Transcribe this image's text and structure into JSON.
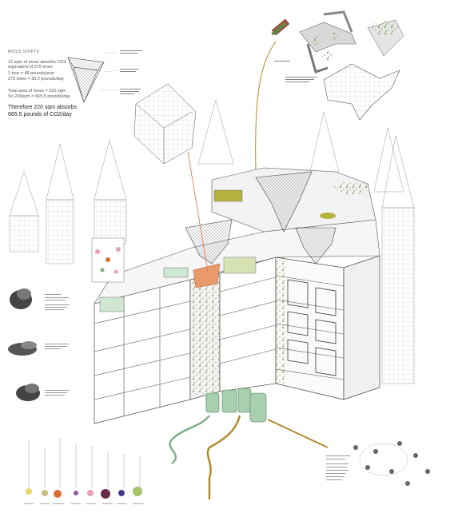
{
  "moss_notes": {
    "title": "MOSS SHIFTS",
    "lines": [
      "12 sqm of moss absorbs CO2",
      "equivalent of 275 trees",
      "1 tree        = 48 pounds/year",
      "275 trees = 36.2 pounds/day",
      "",
      "Total area of moss = 220 sqm",
      "So 220sqm = 665.5 pounds/day"
    ],
    "conclusion_1": "Therefore 220 sqm absorbs",
    "conclusion_2": "665.5 pounds of CO2/day"
  },
  "colors": {
    "line": "#555555",
    "light_line": "#9a9a9a",
    "accent_orange": "#d9703a",
    "accent_olive": "#b08a2e",
    "green": "#7fb089",
    "pale_green": "#cfe6d2",
    "moss_dark": "#5c7a3a",
    "moss_light": "#a7c46a",
    "pink": "#e8a0b4",
    "hatch_orange": "#e89a6a"
  }
}
